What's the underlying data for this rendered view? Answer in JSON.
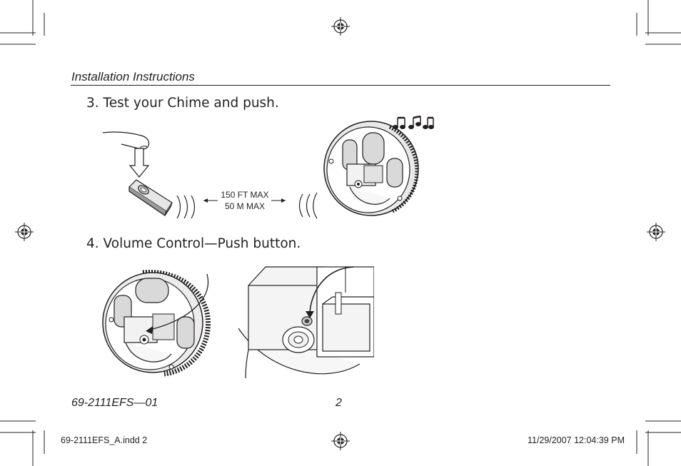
{
  "header": {
    "title": "Installation Instructions"
  },
  "steps": [
    {
      "text": "3.  Test your Chime and push."
    },
    {
      "text": "4.  Volume Control—Push button."
    }
  ],
  "figure_test": {
    "range_ft": "150 FT MAX",
    "range_m": "50 M MAX",
    "icons": [
      "finger-icon",
      "push-arrow-icon",
      "push-button-transmitter",
      "signal-waves-icon",
      "chime-unit",
      "music-notes-icon"
    ]
  },
  "figure_volume": {
    "icons": [
      "chime-interior",
      "volume-button-closeup",
      "pointer-arrow-icon"
    ]
  },
  "footer": {
    "doc_number": "69-2111EFS—01",
    "page_number": "2"
  },
  "print_slug": {
    "file": "69-2111EFS_A.indd   2",
    "date": "11/29/2007   12:04:39 PM"
  },
  "colors": {
    "ink": "#231f20",
    "gray": "#9a9a9a",
    "light_gray": "#d9d9d9"
  }
}
